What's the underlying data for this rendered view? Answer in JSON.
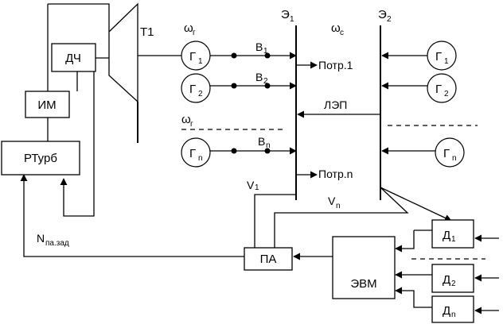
{
  "turbine_label": "Т1",
  "blocks": {
    "dch": "ДЧ",
    "im": "ИМ",
    "rturb": "РТурб",
    "pa": "ПА",
    "evm": "ЭВМ"
  },
  "sensors": [
    {
      "main": "Д",
      "sub": "1"
    },
    {
      "main": "Д",
      "sub": "2"
    },
    {
      "main": "Д",
      "sub": "n"
    }
  ],
  "buses": [
    {
      "main": "Э",
      "sub": "1"
    },
    {
      "main": "Э",
      "sub": "2"
    }
  ],
  "omega_g": {
    "main": "ω",
    "sub": "г"
  },
  "omega_c": {
    "main": "ω",
    "sub": "с"
  },
  "left_generators": [
    {
      "main": "Г",
      "sub": "1"
    },
    {
      "main": "Г",
      "sub": "2"
    },
    {
      "main": "Г",
      "sub": "n"
    }
  ],
  "right_generators": [
    {
      "main": "Г",
      "sub": "1"
    },
    {
      "main": "Г",
      "sub": "2"
    },
    {
      "main": "Г",
      "sub": "n"
    }
  ],
  "breakers": [
    {
      "main": "В",
      "sub": "1"
    },
    {
      "main": "В",
      "sub": "2"
    },
    {
      "main": "В",
      "sub": "n"
    }
  ],
  "loads": [
    "Потр.1",
    "Потр.n"
  ],
  "line_label": "ЛЭП",
  "v1": {
    "main": "V",
    "sub": "1"
  },
  "vn": {
    "main": "V",
    "sub": "n"
  },
  "n_setpoint": {
    "main": "N",
    "sub": "па.зад"
  }
}
